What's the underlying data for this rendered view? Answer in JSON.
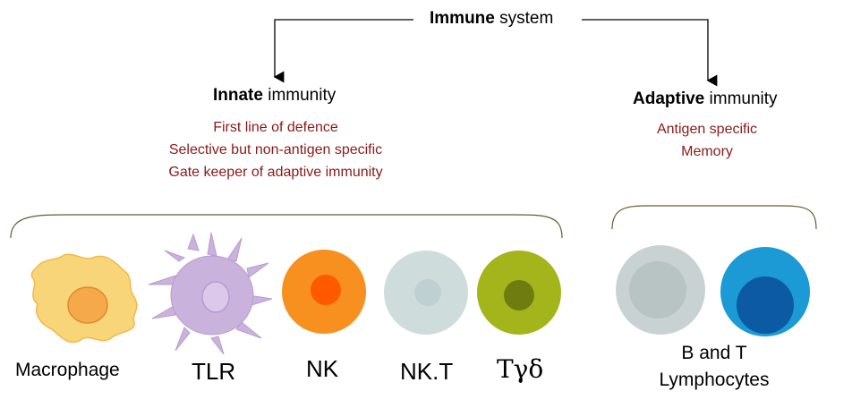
{
  "root": {
    "bold": "Immune",
    "rest": " system"
  },
  "innate": {
    "bold": "Innate",
    "rest": " immunity",
    "features": [
      "First line of defence",
      "Selective but non-antigen specific",
      "Gate keeper of adaptive immunity"
    ]
  },
  "adaptive": {
    "bold": "Adaptive",
    "rest": " immunity",
    "features": [
      "Antigen specific",
      "Memory"
    ]
  },
  "cells": {
    "macrophage": "Macrophage",
    "tlr": "TLR",
    "nk": "NK",
    "nkt": "NK.T",
    "tgd": "Tγδ",
    "bt_line1": "B and T",
    "bt_line2": "Lymphocytes"
  },
  "colors": {
    "feature_text": "#8b1a1a",
    "macrophage": "#f9d57a",
    "macrophage_nucleus": "#f6a94a",
    "tlr": "#c9b3dc",
    "nk": "#f7901e",
    "nk_nucleus": "#ff5a00",
    "nkt": "#cfdcdc",
    "tgd": "#a3b51a",
    "tgd_nucleus": "#6f7d10",
    "b_cell": "#c9d2d2",
    "t_cell": "#1b9ad6",
    "t_nucleus": "#0b5aa3"
  }
}
